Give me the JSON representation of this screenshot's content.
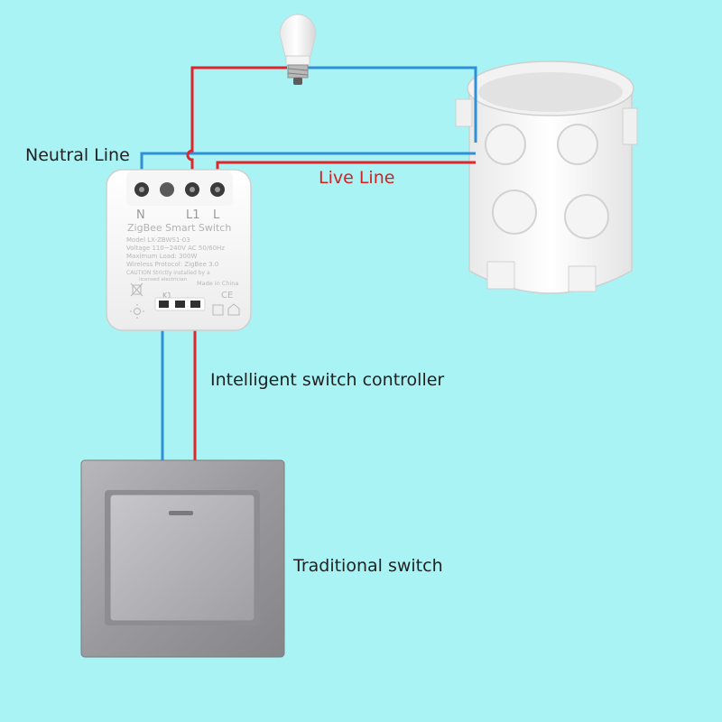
{
  "labels": {
    "neutral_line": "Neutral Line",
    "live_line": "Live Line",
    "controller": "Intelligent switch controller",
    "traditional_switch": "Traditional switch"
  },
  "module": {
    "terminals": [
      "N",
      "L1",
      "L"
    ],
    "title": "ZigBee Smart Switch",
    "lines": [
      "Model LX-ZBWS1-03",
      "Voltage 110~240V AC 50/60Hz",
      "Maximum Load: 300W",
      "Wireless Protocol: ZigBee 3.0",
      "CAUTION Strictly installed by a",
      "licensed electrician"
    ],
    "made_in": "Made in China",
    "k1": "K1",
    "ce": "CE"
  },
  "colors": {
    "background": "#a9f3f5",
    "neutral_wire": "#2f8fd8",
    "live_wire": "#e0262b",
    "label_live": "#d92020"
  }
}
